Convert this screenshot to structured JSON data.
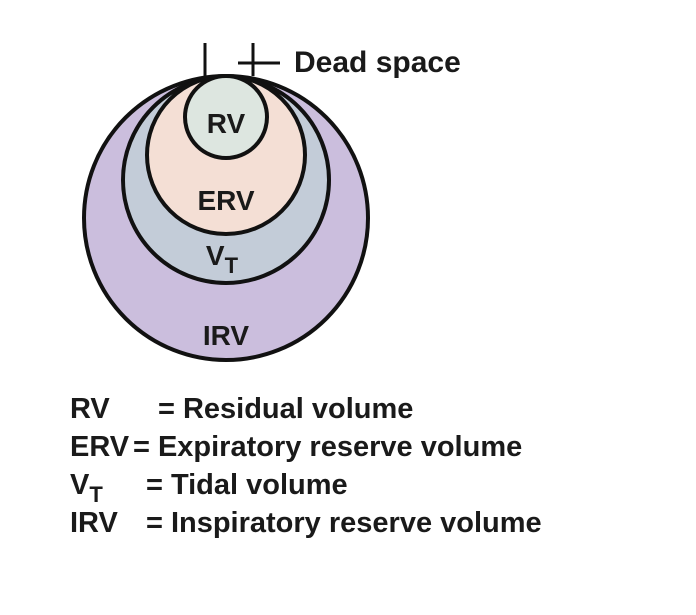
{
  "diagram": {
    "dead_space_label": "Dead space",
    "circles": [
      {
        "abbr": "IRV",
        "color": "#cbbedd"
      },
      {
        "abbr": "V",
        "subscript": "T",
        "color": "#c3ccd8"
      },
      {
        "abbr": "ERV",
        "color": "#f4dfd5"
      },
      {
        "abbr": "RV",
        "color": "#dde6e0"
      }
    ]
  },
  "legend": {
    "separator": "=",
    "items": [
      {
        "abbr": "RV",
        "definition": "Residual volume"
      },
      {
        "abbr": "ERV",
        "definition": "Expiratory reserve volume"
      },
      {
        "abbr": "V",
        "subscript": "T",
        "definition": "Tidal volume"
      },
      {
        "abbr": "IRV",
        "definition": "Inspiratory reserve volume"
      }
    ]
  }
}
